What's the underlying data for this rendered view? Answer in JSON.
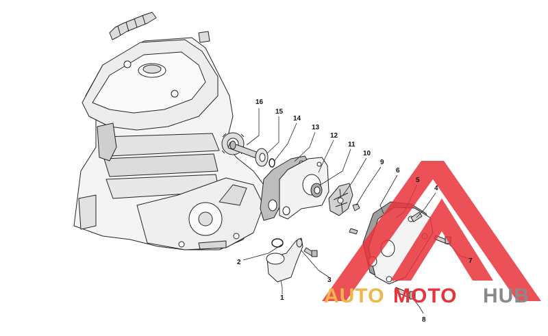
{
  "callouts": [
    {
      "id": "1",
      "label": "1"
    },
    {
      "id": "2",
      "label": "2"
    },
    {
      "id": "3",
      "label": "3"
    },
    {
      "id": "4",
      "label": "4"
    },
    {
      "id": "5",
      "label": "5"
    },
    {
      "id": "6",
      "label": "6"
    },
    {
      "id": "7",
      "label": "7"
    },
    {
      "id": "8",
      "label": "8"
    },
    {
      "id": "9",
      "label": "9"
    },
    {
      "id": "10",
      "label": "10"
    },
    {
      "id": "11",
      "label": "11"
    },
    {
      "id": "12",
      "label": "12"
    },
    {
      "id": "13",
      "label": "13"
    },
    {
      "id": "14",
      "label": "14"
    },
    {
      "id": "15",
      "label": "15"
    },
    {
      "id": "16",
      "label": "16"
    }
  ],
  "watermark": {
    "part1": "AUTO",
    "part2": "MOTO",
    "part3": "HUB",
    "color_orange": "#f0b64a",
    "color_red": "#e8333a",
    "color_gray": "#8a8a8a"
  },
  "colors": {
    "line": "#222222",
    "fill": "#ffffff",
    "shade": "#dcdcdc"
  }
}
